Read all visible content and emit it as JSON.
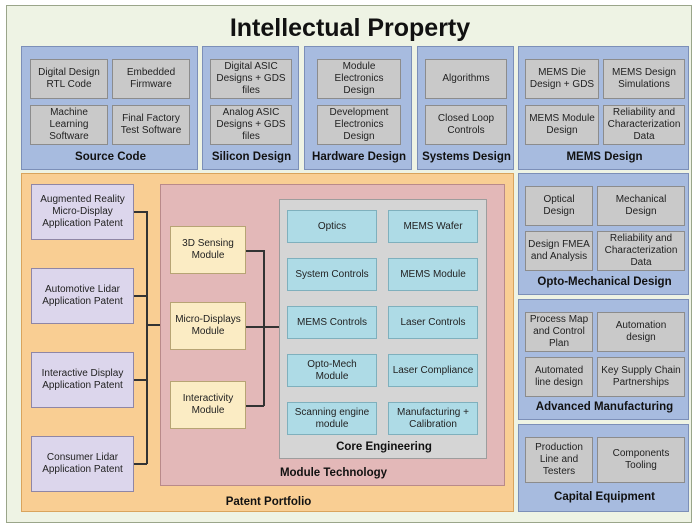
{
  "title": "Intellectual Property",
  "source_code": {
    "label": "Source Code",
    "items": [
      "Digital Design RTL Code",
      "Embedded Firmware",
      "Machine Learning Software",
      "Final Factory Test Software"
    ]
  },
  "silicon_design": {
    "label": "Silicon Design",
    "items": [
      "Digital ASIC Designs + GDS files",
      "Analog ASIC Designs + GDS files"
    ]
  },
  "hardware_design": {
    "label": "Hardware Design",
    "items": [
      "Module Electronics Design",
      "Development Electronics Design"
    ]
  },
  "systems_design": {
    "label": "Systems Design",
    "items": [
      "Algorithms",
      "Closed Loop Controls"
    ]
  },
  "mems_design": {
    "label": "MEMS Design",
    "items": [
      "MEMS Die Design + GDS",
      "MEMS Design Simulations",
      "MEMS Module Design",
      "Reliability and Characterization Data"
    ]
  },
  "opto_mechanical": {
    "label": "Opto-Mechanical Design",
    "items": [
      "Optical Design",
      "Mechanical Design",
      "Design FMEA and Analysis",
      "Reliability and Characterization Data"
    ]
  },
  "advanced_manufacturing": {
    "label": "Advanced Manufacturing",
    "items": [
      "Process Map and Control Plan",
      "Automation design",
      "Automated line design",
      "Key Supply Chain Partnerships"
    ]
  },
  "capital_equipment": {
    "label": "Capital Equipment",
    "items": [
      "Production Line and Testers",
      "Components Tooling"
    ]
  },
  "patent_portfolio": {
    "label": "Patent Portfolio",
    "items": [
      "Augmented Reality Micro-Display Application Patent",
      "Automotive Lidar Application Patent",
      "Interactive Display Application Patent",
      "Consumer Lidar Application Patent"
    ]
  },
  "module_technology": {
    "label": "Module Technology",
    "items": [
      "3D Sensing Module",
      "Micro-Displays Module",
      "Interactivity Module"
    ]
  },
  "core_engineering": {
    "label": "Core Engineering",
    "items": [
      "Optics",
      "MEMS Wafer",
      "System Controls",
      "MEMS Module",
      "MEMS Controls",
      "Laser Controls",
      "Opto-Mech Module",
      "Laser Compliance",
      "Scanning engine module",
      "Manufacturing + Calibration"
    ]
  }
}
